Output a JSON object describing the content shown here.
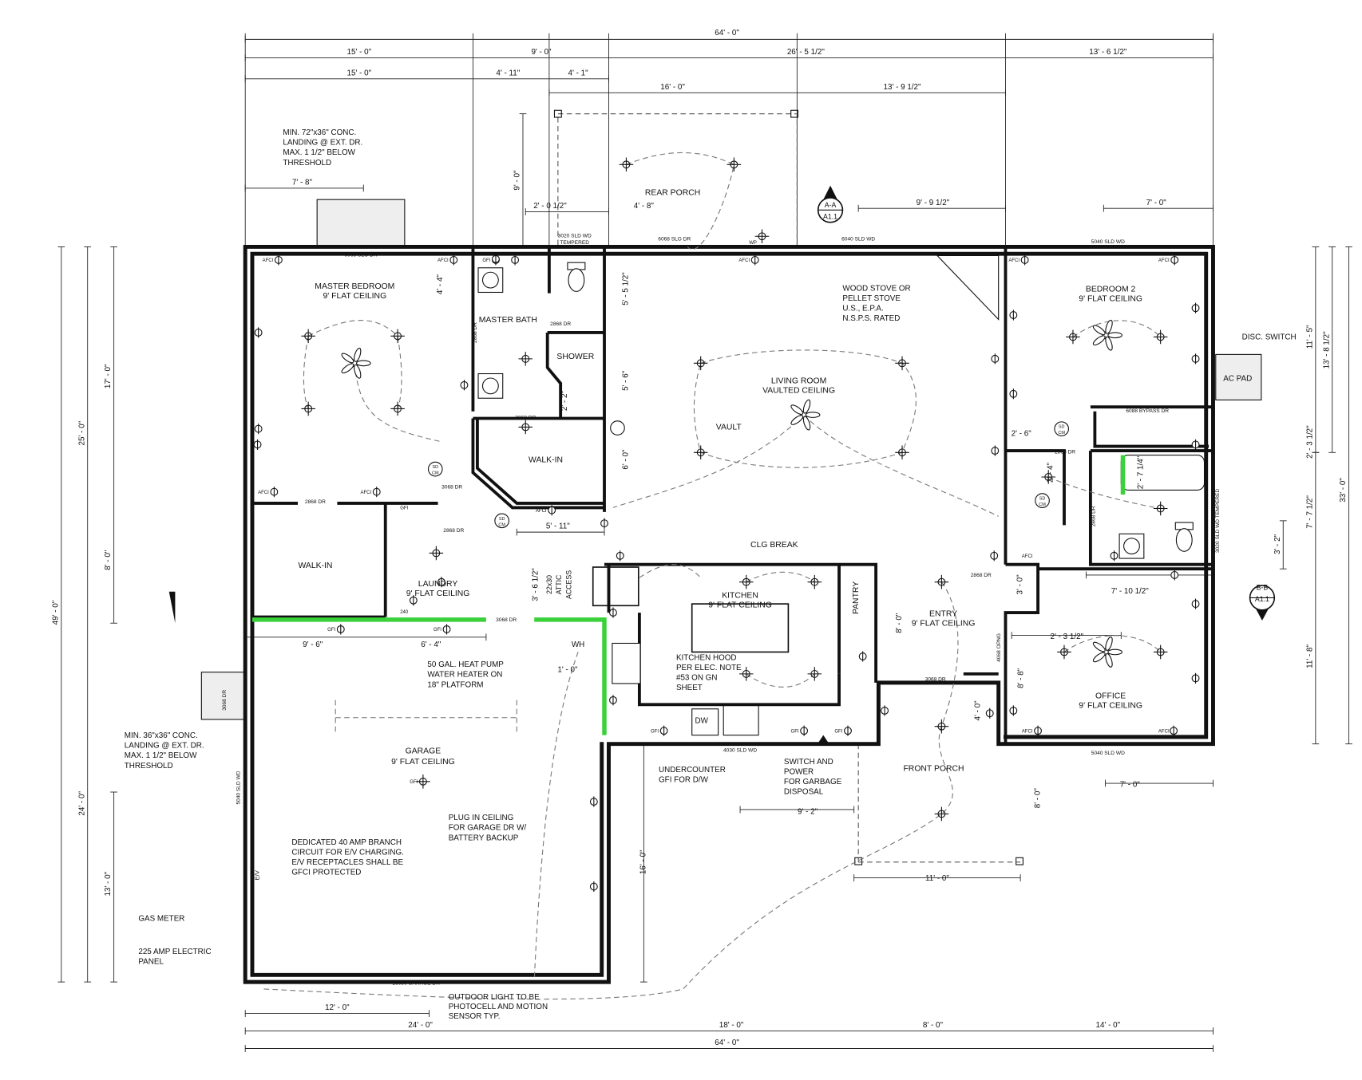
{
  "colors": {
    "walls": "#111111",
    "highlight_wall": "#3ad13a",
    "background": "#ffffff",
    "circuit_dashes": "#777777"
  },
  "rooms": {
    "master_bedroom": [
      "MASTER BEDROOM",
      "9' FLAT CEILING"
    ],
    "master_bath": [
      "MASTER BATH"
    ],
    "shower": [
      "SHOWER"
    ],
    "walk_in_master": [
      "WALK-IN"
    ],
    "walk_in_left": [
      "WALK-IN"
    ],
    "laundry": [
      "LAUNDRY",
      "9' FLAT CEILING"
    ],
    "living_room": [
      "LIVING ROOM",
      "VAULTED CEILING"
    ],
    "vault": [
      "VAULT"
    ],
    "rear_porch": [
      "REAR PORCH"
    ],
    "kitchen": [
      "KITCHEN",
      "9' FLAT CEILING"
    ],
    "pantry": [
      "PANTRY"
    ],
    "entry": [
      "ENTRY",
      "9' FLAT CEILING"
    ],
    "bedroom2": [
      "BEDROOM 2",
      "9' FLAT CEILING"
    ],
    "office": [
      "OFFICE",
      "9' FLAT CEILING"
    ],
    "garage": [
      "GARAGE",
      "9' FLAT CEILING"
    ],
    "front_porch": [
      "FRONT PORCH"
    ],
    "clg_break": [
      "CLG BREAK"
    ],
    "ac_pad": [
      "AC PAD"
    ],
    "disc_switch": [
      "DISC. SWITCH"
    ],
    "water_heater": [
      "WH"
    ],
    "dishwasher": [
      "DW"
    ],
    "attic": [
      "22x30",
      "ATTIC",
      "ACCESS"
    ]
  },
  "notes": {
    "rear_landing": [
      "MIN. 72\"x36\" CONC.",
      "LANDING @ EXT. DR.",
      "MAX. 1 1/2\" BELOW",
      "THRESHOLD"
    ],
    "side_landing": [
      "MIN. 36\"x36\" CONC.",
      "LANDING @ EXT. DR.",
      "MAX. 1 1/2\" BELOW",
      "THRESHOLD"
    ],
    "wood_stove": [
      "WOOD STOVE OR",
      "PELLET STOVE",
      "U.S., E.P.A.",
      "N.S.P.S. RATED"
    ],
    "water_heater": [
      "50 GAL. HEAT PUMP",
      "WATER HEATER ON",
      "18\" PLATFORM"
    ],
    "kitchen_hood": [
      "KITCHEN HOOD",
      "PER ELEC. NOTE",
      "#53 ON GN",
      "SHEET"
    ],
    "undercounter": [
      "UNDERCOUNTER",
      "GFI FOR D/W"
    ],
    "switch_power": [
      "SWITCH AND",
      "POWER",
      "FOR GARBAGE",
      "DISPOSAL"
    ],
    "plug_ceiling": [
      "PLUG IN CEILING",
      "FOR GARAGE DR W/",
      "BATTERY BACKUP"
    ],
    "ev_circuit": [
      "DEDICATED 40 AMP BRANCH",
      "CIRCUIT FOR E/V CHARGING.",
      "E/V RECEPTACLES SHALL BE",
      "GFCI PROTECTED"
    ],
    "gas_meter": [
      "GAS METER"
    ],
    "electric_panel": [
      "225 AMP ELECTRIC",
      "PANEL"
    ],
    "outdoor_light": [
      "OUTDOOR LIGHT TO BE",
      "PHOTOCELL AND MOTION",
      "SENSOR TYP."
    ]
  },
  "sections": {
    "a": [
      "A-A",
      "A1.1"
    ],
    "b": [
      "B-B",
      "A1.1"
    ]
  },
  "doors": {
    "d1": "6068 SLG DR",
    "d2a": "3020 SLD WD",
    "d2b": "TEMPERED",
    "d3": "6068 SLG DR",
    "d4": "6040 SLD WD",
    "d5": "5040 SLD WD",
    "d6": "2868 DR",
    "d7": "2868 DR",
    "d8": "3068 DR",
    "d9": "2868 DR",
    "d10": "2868 DR",
    "d11": "3068 DR",
    "d12": "6088 BYPASS DR",
    "d13": "2868 DR",
    "d14": "2868 DR",
    "d15": "3068 DR",
    "d16": "4030 SLD WD",
    "d17": "5040 SLD WD",
    "d18": "16080 GARAGE DR",
    "d19": "3068 DR",
    "d20": "5040 SLD WD",
    "d21": "4068 OPNG",
    "d22": "3020 SLD WD TEMPERED",
    "d23": "2868 DR",
    "d24": "2868 DR"
  },
  "dimensions": {
    "top_overall": "64' - 0\"",
    "t1": "15' - 0\"",
    "t2": "9' - 0\"",
    "t3": "26' - 5 1/2\"",
    "t4": "13' - 6 1/2\"",
    "t5": "15' - 0\"",
    "t6": "4' - 11\"",
    "t7": "4' - 1\"",
    "t8": "16' - 0\"",
    "t9": "13' - 9 1/2\"",
    "porch_depth": "9' - 0\"",
    "t10": "2' - 0 1/2\"",
    "t11": "4' - 8\"",
    "t12": "9' - 9 1/2\"",
    "t13": "7' - 0\"",
    "t14": "7' - 8\"",
    "l_overall": "49' - 0\"",
    "l1": "25' - 0\"",
    "l2": "17' - 0\"",
    "l3": "8' - 0\"",
    "l4": "24' - 0\"",
    "l5": "13' - 0\"",
    "r_overall": "33' - 0\"",
    "r1": "11' - 5\"",
    "r2": "13' - 8 1/2\"",
    "r3": "2' - 3 1/2\"",
    "r4": "7' - 7 1/2\"",
    "r5": "3' - 2\"",
    "r6": "11' - 8\"",
    "b1": "12' - 0\"",
    "b2": "24' - 0\"",
    "b3": "18' - 0\"",
    "b4": "8' - 0\"",
    "b5": "14' - 0\"",
    "bottom_overall": "64' - 0\"",
    "i1": "4' - 4\"",
    "i2": "5' - 5 1/2\"",
    "i3": "5' - 6\"",
    "i4": "6' - 0\"",
    "i5": "2' - 2\"",
    "i6": "5' - 11\"",
    "i7": "3' - 6 1/2\"",
    "i8": "9' - 6\"",
    "i9": "6' - 4\"",
    "i10": "1' - 0\"",
    "i11": "2' - 6\"",
    "i12": "2' - 4\"",
    "i13": "2' - 7 1/4\"",
    "i14": "3' - 0\"",
    "i15": "8' - 0\"",
    "i16": "7' - 10 1/2\"",
    "i17": "2' - 3 1/2\"",
    "i18": "8' - 8\"",
    "i19": "4' - 0\"",
    "i20": "7' - 0\"",
    "i21": "8' - 0\"",
    "i22": "9' - 2\"",
    "i23": "11' - 0\"",
    "i24": "16' - 0\""
  },
  "outlets": {
    "afci": "AFCI",
    "gfi": "GFI",
    "wp": "WP",
    "sd": "SD",
    "cm": "CM",
    "ev": "E/V",
    "o240": "240"
  },
  "icons": [
    "ceiling-fan-icon",
    "ceiling-light-icon",
    "receptacle-icon",
    "toilet-icon",
    "sink-icon",
    "smoke-detector-icon",
    "section-marker-icon"
  ]
}
